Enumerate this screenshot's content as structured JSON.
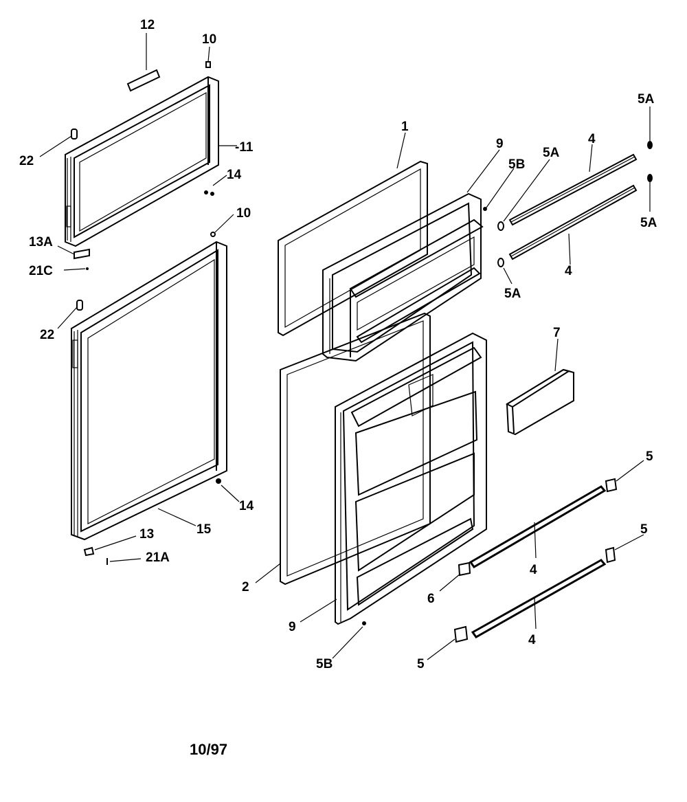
{
  "colors": {
    "background": "#ffffff",
    "ink": "#000000"
  },
  "callouts": {
    "c12": "12",
    "c10_top": "10",
    "c22_top": "22",
    "c11": "-11",
    "c14_top": "14",
    "c10_mid": "10",
    "c13a": "13A",
    "c21c": "21C",
    "c22_mid": "22",
    "c14_bot": "14",
    "c15": "15",
    "c13": "13",
    "c21a": "21A",
    "c1": "1",
    "c9_top": "9",
    "c5b_top": "5B",
    "c5a_a": "5A",
    "c4_a": "4",
    "c5a_b": "5A",
    "c5a_c": "5A",
    "c4_b": "4",
    "c5a_d": "5A",
    "c7": "7",
    "c5_a": "5",
    "c5_b": "5",
    "c2": "2",
    "c4_c": "4",
    "c6": "6",
    "c9_bot": "9",
    "c4_d": "4",
    "c5b_bot": "5B",
    "c5_c": "5"
  },
  "footer": {
    "date_code": "10/97"
  }
}
